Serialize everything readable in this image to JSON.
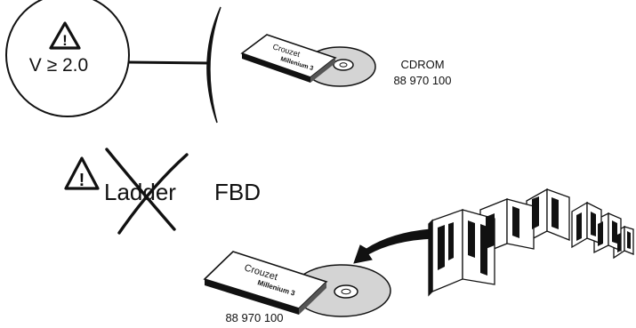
{
  "version_callout": {
    "warning_symbol": "!",
    "version_text": "V ≥ 2.0"
  },
  "cdrom_top": {
    "product_brand": "Crouzet",
    "product_name": "Millenium 3",
    "label_line1": "CDROM",
    "label_line2": "88 970 100"
  },
  "ladder_note": {
    "warning_symbol": "!",
    "ladder_text": "Ladder",
    "fbd_text": "FBD",
    "ladder_crossed_out": true
  },
  "cdrom_bottom": {
    "product_brand": "Crouzet",
    "product_name": "Millenium 3",
    "label": "88 970 100"
  },
  "manuals": {
    "icon": "stack-of-open-manuals-icon",
    "arrow_icon": "curved-arrow-icon"
  }
}
